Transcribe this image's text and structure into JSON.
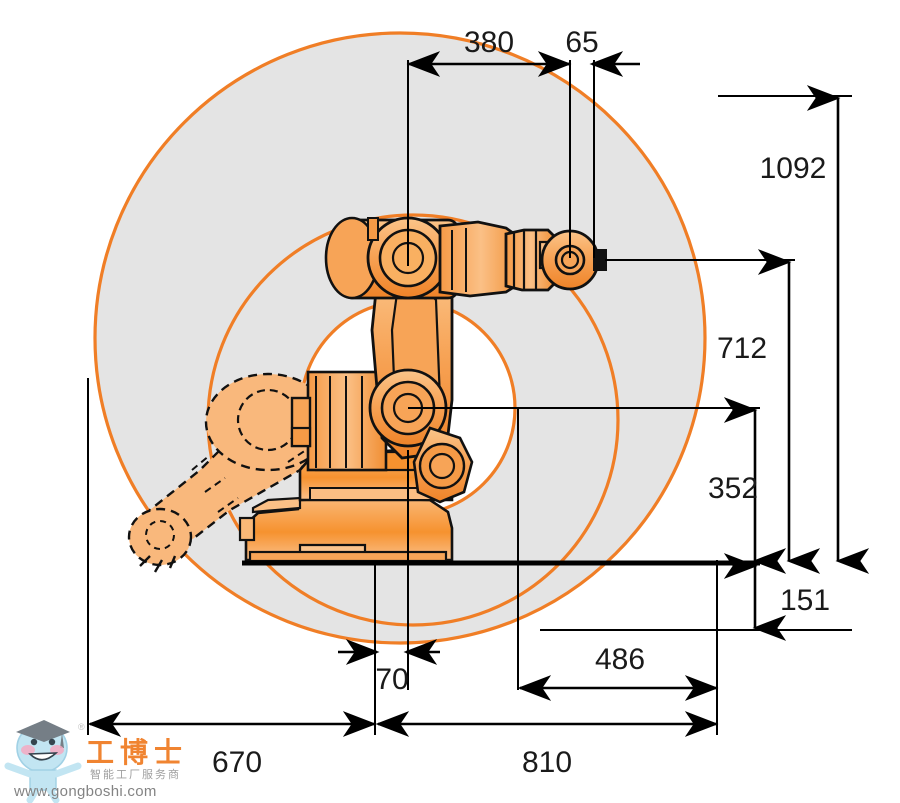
{
  "drawing": {
    "title": "Industrial robot working-envelope dimension drawing",
    "units": "mm",
    "colors": {
      "robot_fill_light": "#F8B26A",
      "robot_fill_mid": "#F59A46",
      "robot_fill_dark": "#F07E26",
      "envelope_stroke": "#F07E26",
      "envelope_fill": "#E4E4E4",
      "dimension_line": "#000000",
      "dimension_text": "#1A1A1A",
      "background": "#FFFFFF"
    }
  },
  "dimensions": {
    "top_horizontal": [
      {
        "id": "dim-380",
        "label": "380",
        "value": 380,
        "orientation": "horizontal"
      },
      {
        "id": "dim-65",
        "label": "65",
        "value": 65,
        "orientation": "horizontal"
      }
    ],
    "right_vertical": [
      {
        "id": "dim-1092",
        "label": "1092",
        "value": 1092,
        "orientation": "vertical"
      },
      {
        "id": "dim-712",
        "label": "712",
        "value": 712,
        "orientation": "vertical"
      },
      {
        "id": "dim-352",
        "label": "352",
        "value": 352,
        "orientation": "vertical"
      },
      {
        "id": "dim-151",
        "label": "151",
        "value": 151,
        "orientation": "vertical"
      }
    ],
    "bottom_horizontal": [
      {
        "id": "dim-70",
        "label": "70",
        "value": 70,
        "orientation": "horizontal"
      },
      {
        "id": "dim-486",
        "label": "486",
        "value": 486,
        "orientation": "horizontal"
      },
      {
        "id": "dim-670",
        "label": "670",
        "value": 670,
        "orientation": "horizontal"
      },
      {
        "id": "dim-810",
        "label": "810",
        "value": 810,
        "orientation": "horizontal"
      }
    ]
  },
  "watermark": {
    "brand_cn": "工博士",
    "tagline_cn": "智能工厂服务商",
    "url": "www.gongboshi.com",
    "registered_mark": "®"
  }
}
